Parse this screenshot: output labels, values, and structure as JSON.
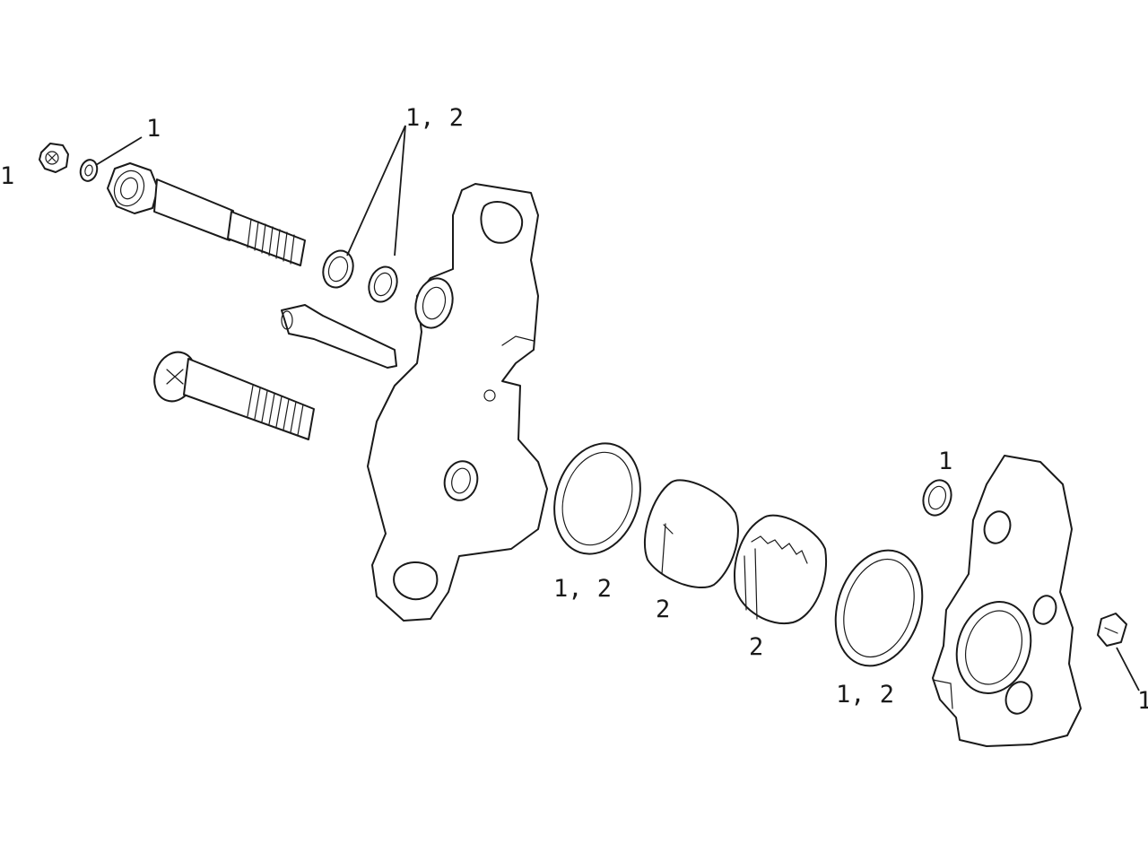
{
  "labels": {
    "far_left_nut": "1",
    "washer_small": "1",
    "o_rings_top": "1, 2",
    "piston_seal_left": "1, 2",
    "piston_left": "2",
    "piston_right": "2",
    "piston_seal_right": "1, 2",
    "washer_right": "1",
    "clip_right": "1"
  }
}
